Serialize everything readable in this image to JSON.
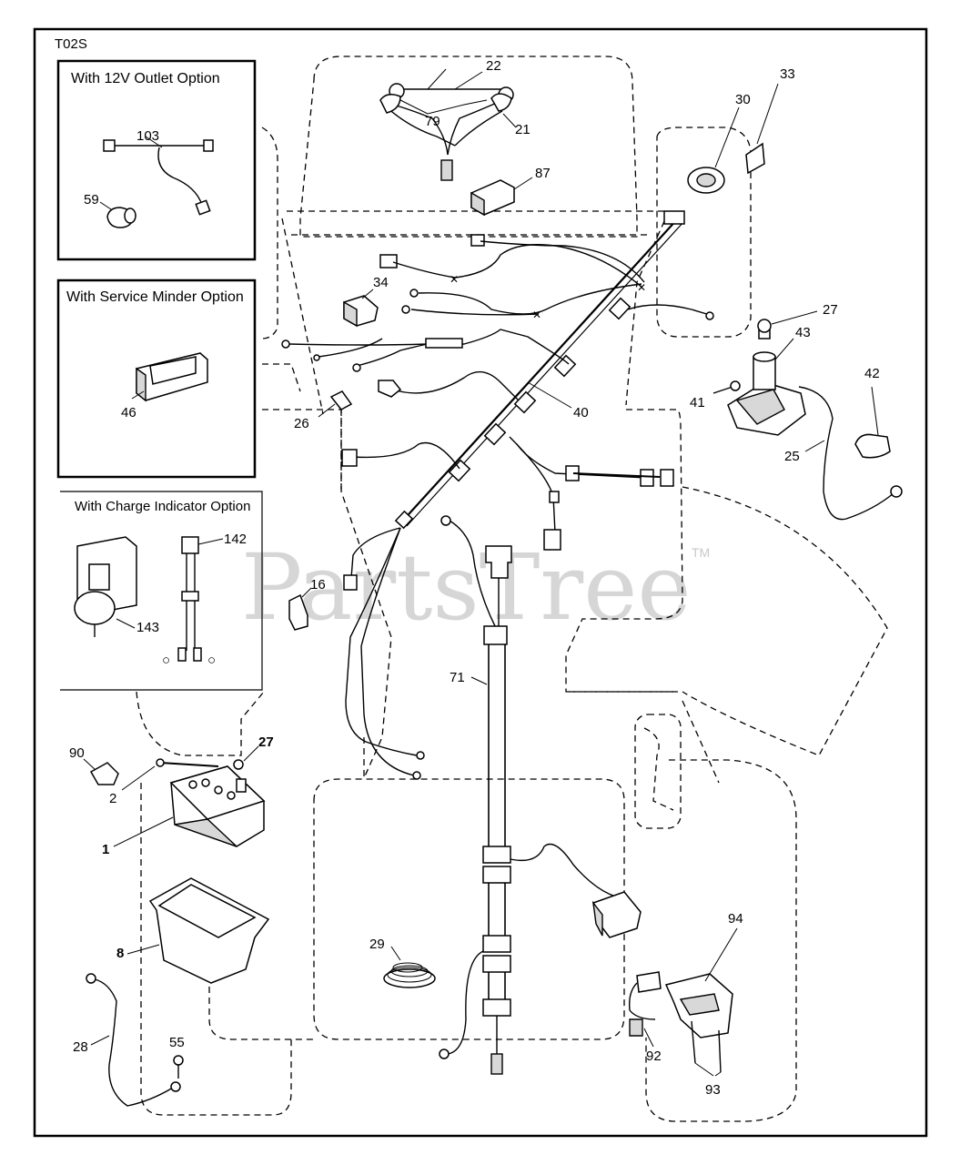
{
  "diagram_code": "T02S",
  "watermark": "PartsTree",
  "trademark": "TM",
  "option_boxes": {
    "outlet": "With 12V Outlet Option",
    "service": "With Service Minder Option",
    "charge": "With Charge Indicator Option"
  },
  "part_labels": {
    "p1": "1",
    "p2": "2",
    "p8": "8",
    "p16": "16",
    "p21": "21",
    "p22": "22",
    "p25": "25",
    "p26": "26",
    "p27a": "27",
    "p27b": "27",
    "p28": "28",
    "p29": "29",
    "p30": "30",
    "p33": "33",
    "p34": "34",
    "p40": "40",
    "p41": "41",
    "p42": "42",
    "p43": "43",
    "p46": "46",
    "p55": "55",
    "p59": "59",
    "p71": "71",
    "p79": "79",
    "p87": "87",
    "p90": "90",
    "p92": "92",
    "p93": "93",
    "p94": "94",
    "p103": "103",
    "p142": "142",
    "p143": "143"
  }
}
